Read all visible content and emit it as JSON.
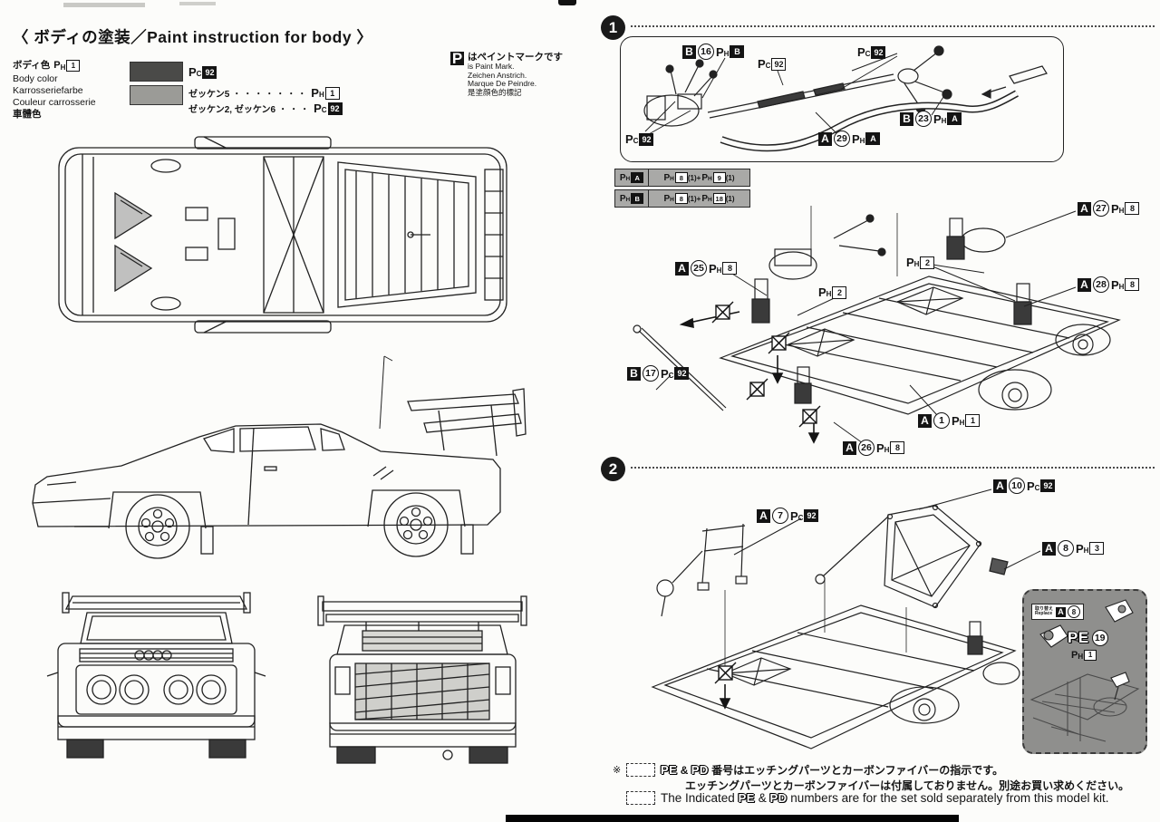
{
  "header": {
    "title": "〈 ボディの塗装／Paint instruction for body 〉",
    "paint_mark": {
      "symbol": "P",
      "jp": "はペイントマークです",
      "en": "is Paint Mark.",
      "de": "Zeichen Anstrich.",
      "fr": "Marque De Peindre.",
      "zh": "是塗顔色的標記"
    }
  },
  "body_color": {
    "label_jp": "ボディ色",
    "code": {
      "paints": [
        {
          "pfx": "P",
          "sub": "H",
          "val": "1"
        }
      ]
    },
    "labels": [
      "Body color",
      "Karrosseriefarbe",
      "Couleur carrosserie",
      "車體色"
    ],
    "swatch_dark_color": "#4a4a48",
    "swatch_light_color": "#9b9b97",
    "swatch_dark_code": {
      "paints": [
        {
          "pfx": "P",
          "sub": "C",
          "val": "92",
          "dark": true
        }
      ]
    },
    "zeken_rows": [
      {
        "label": "ゼッケン5",
        "dots": "・・・・・・・",
        "code": {
          "paints": [
            {
              "pfx": "P",
              "sub": "H",
              "val": "1"
            }
          ]
        }
      },
      {
        "label": "ゼッケン2, ゼッケン6",
        "dots": "・・・",
        "code": {
          "paints": [
            {
              "pfx": "P",
              "sub": "C",
              "val": "92",
              "dark": true
            }
          ]
        }
      }
    ]
  },
  "mix_table": {
    "rows": [
      {
        "left": {
          "paints": [
            {
              "pfx": "P",
              "sub": "H",
              "val": "A",
              "dark": true
            }
          ]
        },
        "right": {
          "paints": [
            {
              "pfx": "P",
              "sub": "H",
              "val": "8",
              "after": "(1)+"
            },
            {
              "pfx": "P",
              "sub": "H",
              "val": "9",
              "after": "(1)"
            }
          ]
        }
      },
      {
        "left": {
          "paints": [
            {
              "pfx": "P",
              "sub": "H",
              "val": "B",
              "dark": true
            }
          ]
        },
        "right": {
          "paints": [
            {
              "pfx": "P",
              "sub": "H",
              "val": "8",
              "after": "(1)+"
            },
            {
              "pfx": "P",
              "sub": "H",
              "val": "18",
              "after": "(1)"
            }
          ]
        }
      }
    ]
  },
  "step1": {
    "number": "1",
    "callouts": {
      "b16": {
        "part": "B",
        "num": "16",
        "paints": [
          {
            "pfx": "P",
            "sub": "H",
            "val": "B",
            "dark": true
          }
        ]
      },
      "pc92_shaft": {
        "paints": [
          {
            "pfx": "P",
            "sub": "C",
            "val": "92"
          }
        ]
      },
      "pc92_right": {
        "paints": [
          {
            "pfx": "P",
            "sub": "C",
            "val": "92",
            "dark": true
          }
        ]
      },
      "b23": {
        "part": "B",
        "num": "23",
        "paints": [
          {
            "pfx": "P",
            "sub": "H",
            "val": "A",
            "dark": true
          }
        ]
      },
      "a29": {
        "part": "A",
        "num": "29",
        "paints": [
          {
            "pfx": "P",
            "sub": "H",
            "val": "A",
            "dark": true
          }
        ]
      },
      "pc92_left": {
        "paints": [
          {
            "pfx": "P",
            "sub": "C",
            "val": "92",
            "dark": true
          }
        ]
      },
      "a27": {
        "part": "A",
        "num": "27",
        "paints": [
          {
            "pfx": "P",
            "sub": "H",
            "val": "8"
          }
        ]
      },
      "a25": {
        "part": "A",
        "num": "25",
        "paints": [
          {
            "pfx": "P",
            "sub": "H",
            "val": "8"
          }
        ]
      },
      "ph2_a": {
        "paints": [
          {
            "pfx": "P",
            "sub": "H",
            "val": "2"
          }
        ]
      },
      "ph2_b": {
        "paints": [
          {
            "pfx": "P",
            "sub": "H",
            "val": "2"
          }
        ]
      },
      "a28": {
        "part": "A",
        "num": "28",
        "paints": [
          {
            "pfx": "P",
            "sub": "H",
            "val": "8"
          }
        ]
      },
      "b17": {
        "part": "B",
        "num": "17",
        "paints": [
          {
            "pfx": "P",
            "sub": "C",
            "val": "92",
            "dark": true
          }
        ]
      },
      "a1": {
        "part": "A",
        "num": "1",
        "paints": [
          {
            "pfx": "P",
            "sub": "H",
            "val": "1"
          }
        ]
      },
      "a26": {
        "part": "A",
        "num": "26",
        "paints": [
          {
            "pfx": "P",
            "sub": "H",
            "val": "8"
          }
        ]
      }
    }
  },
  "step2": {
    "number": "2",
    "callouts": {
      "a10": {
        "part": "A",
        "num": "10",
        "paints": [
          {
            "pfx": "P",
            "sub": "C",
            "val": "92",
            "dark": true
          }
        ]
      },
      "a7": {
        "part": "A",
        "num": "7",
        "paints": [
          {
            "pfx": "P",
            "sub": "C",
            "val": "92",
            "dark": true
          }
        ]
      },
      "a8": {
        "part": "A",
        "num": "8",
        "paints": [
          {
            "pfx": "P",
            "sub": "H",
            "val": "3"
          }
        ]
      }
    },
    "inset": {
      "replace_jp": "取り替え",
      "replace_en": "Replace",
      "part": {
        "part": "A",
        "num": "8"
      },
      "pe_label": "PE",
      "pe_num": "19",
      "paint": {
        "paints": [
          {
            "pfx": "P",
            "sub": "H",
            "val": "1"
          }
        ]
      }
    }
  },
  "notes": {
    "mark": "※",
    "line1": {
      "pe": "PE",
      "amp": "&",
      "pd": "PD",
      "text": "番号はエッチングパーツとカーボンファイバーの指示です。"
    },
    "line2": "エッチングパーツとカーボンファイバーは付属しておりません。別途お買い求めください。",
    "line3": {
      "pre": "The Indicated",
      "pe": "PE",
      "amp": "&",
      "pd": "PD",
      "post": "numbers are for the set sold separately from this model kit."
    }
  }
}
